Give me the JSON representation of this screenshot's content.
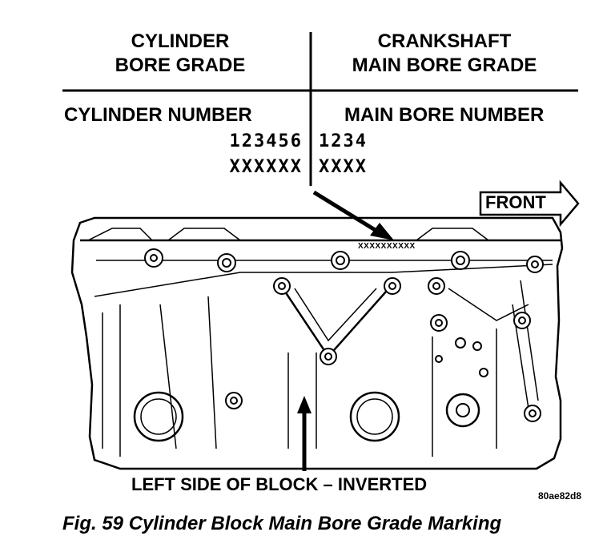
{
  "table": {
    "left_header_line1": "CYLINDER",
    "left_header_line2": "BORE GRADE",
    "right_header_line1": "CRANKSHAFT",
    "right_header_line2": "MAIN BORE GRADE",
    "left_subheader": "CYLINDER NUMBER",
    "right_subheader": "MAIN BORE NUMBER",
    "cylinder_numbers": "123456",
    "cylinder_grades": "XXXXXX",
    "main_bore_numbers": "1234",
    "main_bore_grades": "XXXX"
  },
  "block": {
    "stamp_marking": "XXXXXXXXXX",
    "front_label": "FRONT",
    "side_callout": "LEFT SIDE OF BLOCK – INVERTED"
  },
  "figure": {
    "reference_code": "80ae82d8",
    "caption": "Fig. 59 Cylinder Block Main Bore Grade Marking"
  }
}
